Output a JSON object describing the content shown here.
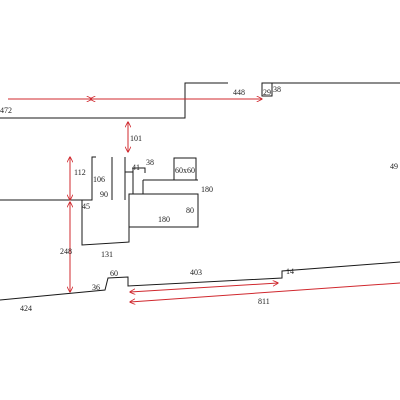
{
  "labels": {
    "l472": "472",
    "l448": "448",
    "l29": "29",
    "l38a": "38",
    "l101": "101",
    "l49": "49",
    "l112": "112",
    "l106": "106",
    "l41": "41",
    "l38b": "38",
    "l60x60": "60x60",
    "l90": "90",
    "l180a": "180",
    "l45": "45",
    "l80": "80",
    "l180b": "180",
    "l248": "248",
    "l131": "131",
    "l60": "60",
    "l403": "403",
    "l14": "14",
    "l36": "36",
    "l811": "811",
    "l424": "424"
  },
  "colors": {
    "outline": "#1a1a1a",
    "dimension": "#d0282e"
  }
}
